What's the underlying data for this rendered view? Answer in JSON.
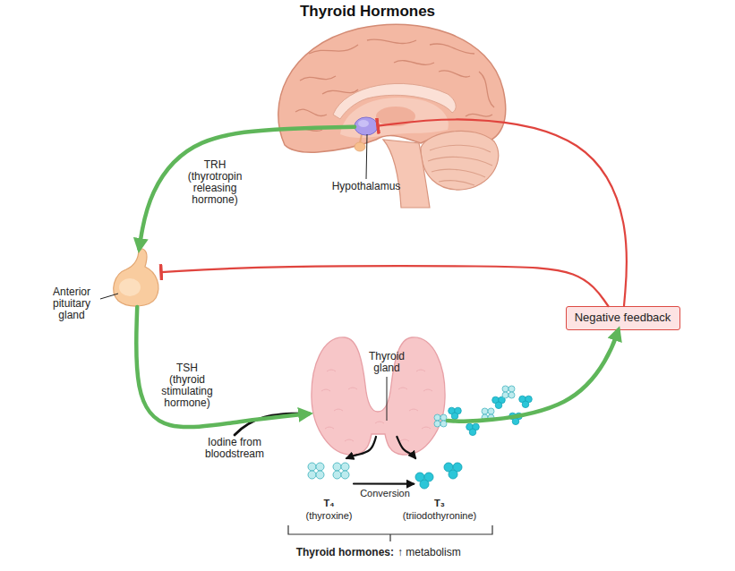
{
  "diagram": {
    "title": "Thyroid Hormones",
    "nodes": [
      {
        "text": [
          "Hypothalamus"
        ]
      },
      {
        "text": [
          "Anterior pituitary gland"
        ]
      },
      {
        "text": [
          "Thyroid gland"
        ]
      },
      {
        "text": [
          "Negative feedback"
        ]
      },
      {
        "text": [
          "T₄",
          "(thyroxine)"
        ]
      },
      {
        "text": [
          "T₃",
          "(triiodothyronine)"
        ]
      }
    ],
    "edges": [
      {
        "from": 0,
        "to": 1,
        "arrow": "to",
        "label": "TRH (thyrotropin releasing hormone)"
      },
      {
        "from": 1,
        "to": 2,
        "arrow": "to",
        "label": "TSH (thyroid stimulating hormone)"
      },
      {
        "from": 2,
        "to": 3,
        "arrow": "to"
      },
      {
        "from": 3,
        "to": 0,
        "arrow": "to"
      },
      {
        "from": 3,
        "to": 1,
        "arrow": "to"
      },
      {
        "from": 2,
        "to": 4,
        "arrow": "to"
      },
      {
        "from": 2,
        "to": 5,
        "arrow": "to"
      },
      {
        "from": 4,
        "to": 5,
        "arrow": "to",
        "label": "Conversion"
      }
    ],
    "labels": [
      "Iodine from bloodstream",
      "Thyroid hormones:",
      "↑ metabolism"
    ]
  }
}
